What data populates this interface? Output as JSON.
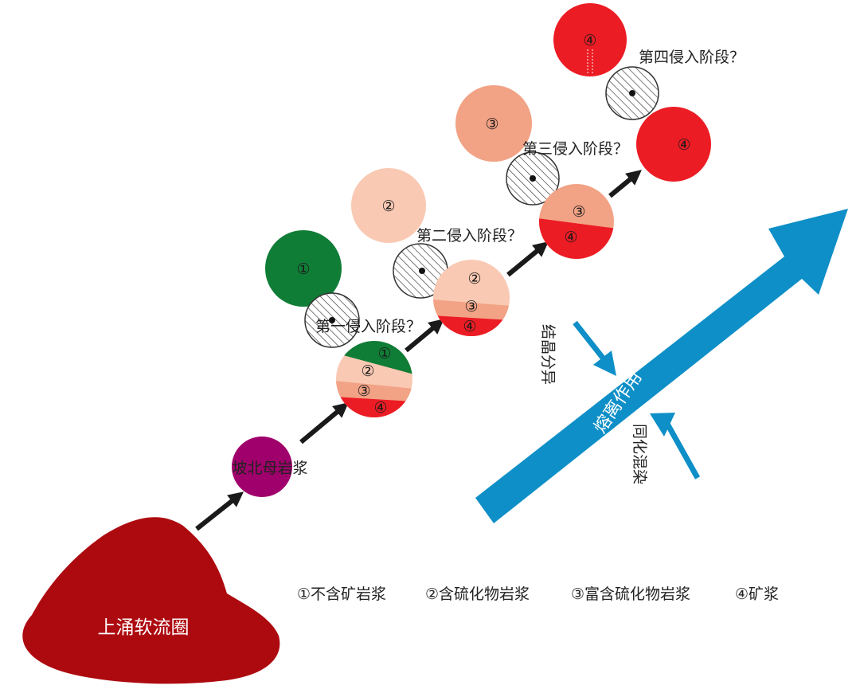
{
  "source_label": "上涌软流圈",
  "parent_magma_label": "坡北母岩浆",
  "stages": [
    {
      "label": "第一侵入阶段？"
    },
    {
      "label": "第二侵入阶段？"
    },
    {
      "label": "第三侵入阶段？"
    },
    {
      "label": "第四侵入阶段？"
    }
  ],
  "marks": {
    "m1": "①",
    "m2": "②",
    "m3": "③",
    "m4": "④"
  },
  "process": {
    "main_label": "熔离作用",
    "left_label": "结晶分异",
    "right_label": "同化混染"
  },
  "legend": [
    "①不含矿岩浆",
    "②含硫化物岩浆",
    "③富含硫化物岩浆",
    "④矿浆"
  ],
  "colors": {
    "source": "#ad0a10",
    "parent": "#a0006b",
    "m1": "#107d36",
    "m2": "#f9c9b3",
    "m3": "#f2a285",
    "m4": "#ec1c24",
    "process_arrow": "#0e8fc7",
    "flow_arrow": "#1a1a1a"
  }
}
